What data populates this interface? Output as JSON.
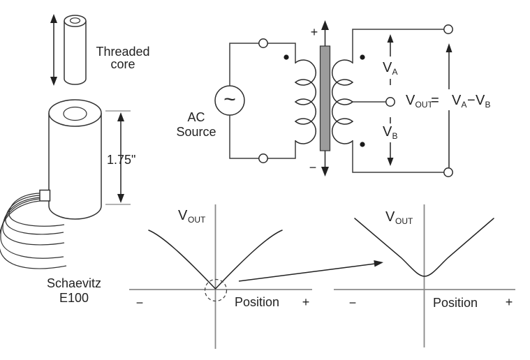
{
  "figure_title": "LVDT position sensor diagram",
  "sensor": {
    "core_label_line1": "Threaded",
    "core_label_line2": "core",
    "length_dimension": "1.75\"",
    "model_line1": "Schaevitz",
    "model_line2": "E100"
  },
  "circuit": {
    "source_label_line1": "AC",
    "source_label_line2": "Source",
    "source_symbol": "~",
    "core_plus": "+",
    "core_minus": "−",
    "va_main": "V",
    "va_sub": "A",
    "vb_main": "V",
    "vb_sub": "B",
    "eq_v": "V",
    "eq_out": "OUT",
    "eq_equals": "=",
    "eq_va_main": "V",
    "eq_va_sub": "A",
    "eq_minus": "−",
    "eq_vb_main": "V",
    "eq_vb_sub": "B"
  },
  "graph_left": {
    "ylabel_main": "V",
    "ylabel_sub": "OUT",
    "xlabel": "Position",
    "neg": "−",
    "pos": "+"
  },
  "graph_right": {
    "ylabel_main": "V",
    "ylabel_sub": "OUT",
    "xlabel": "Position",
    "neg": "−",
    "pos": "+"
  },
  "chart_data": [
    {
      "type": "line",
      "title": "LVDT output magnitude vs core position (through null)",
      "xlabel": "Position",
      "ylabel": "VOUT",
      "series": [
        {
          "name": "VOUT",
          "x": [
            -1.0,
            -0.6,
            -0.2,
            0.0,
            0.2,
            0.6,
            1.0
          ],
          "y": [
            0.85,
            0.62,
            0.24,
            0.0,
            0.24,
            0.62,
            0.85
          ]
        }
      ],
      "annotations": [
        "dashed circle highlighting the null region at the origin"
      ],
      "x_ticks": [
        "−",
        "+"
      ],
      "grid": false
    },
    {
      "type": "line",
      "title": "Magnified null region: residual voltage (rounded minimum above zero)",
      "xlabel": "Position",
      "ylabel": "VOUT",
      "series": [
        {
          "name": "VOUT",
          "x": [
            -1.0,
            -0.5,
            -0.2,
            0.0,
            0.2,
            0.5,
            1.0
          ],
          "y": [
            0.85,
            0.45,
            0.22,
            0.16,
            0.22,
            0.45,
            0.85
          ]
        }
      ],
      "annotations": [
        "arrow from left graph's null circle points to this curve"
      ],
      "x_ticks": [
        "−",
        "+"
      ],
      "grid": false
    }
  ]
}
